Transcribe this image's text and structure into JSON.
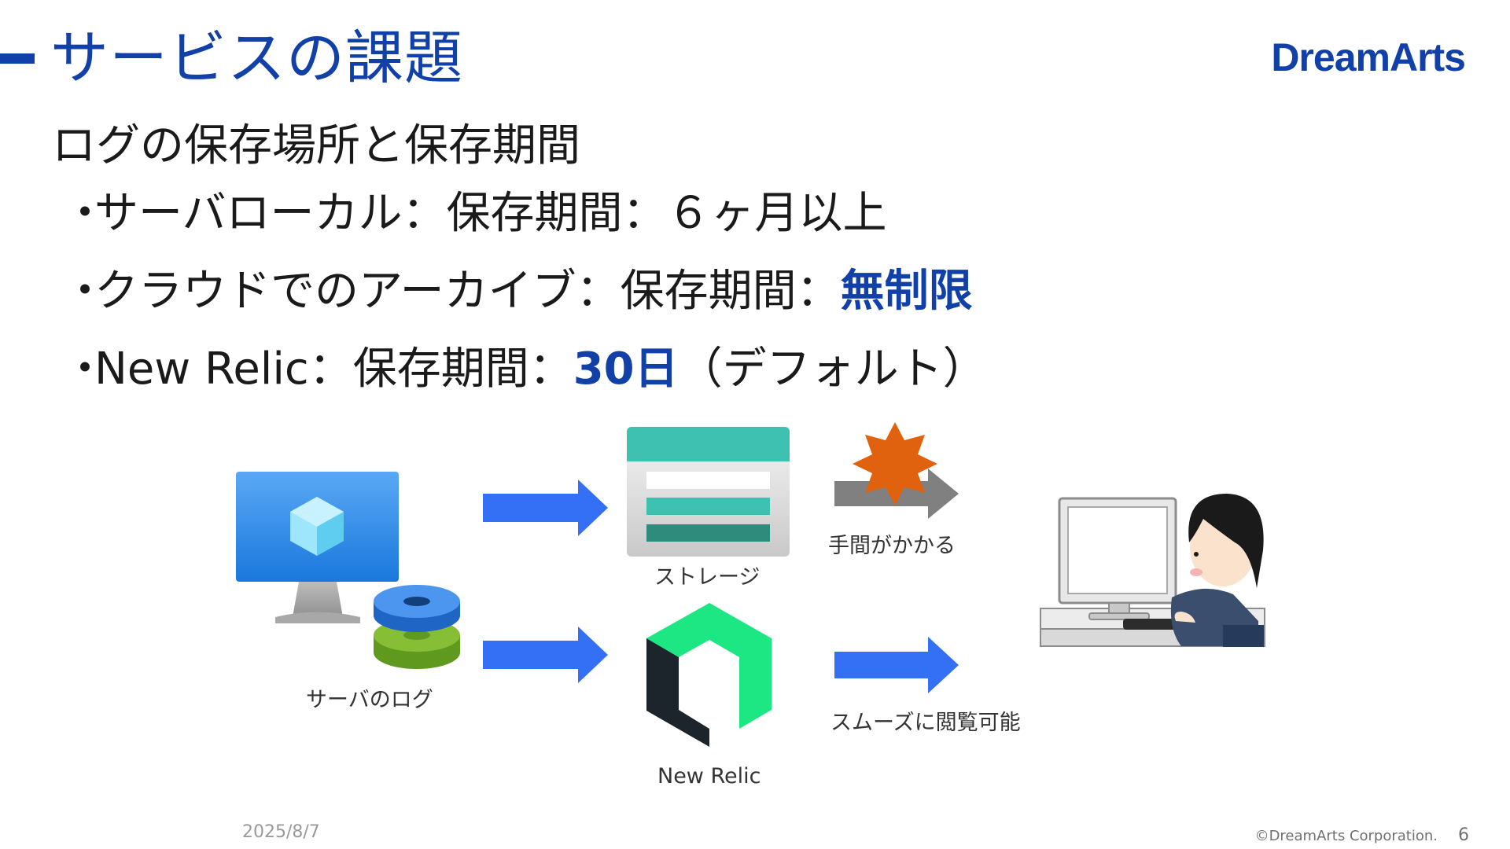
{
  "header": {
    "title": "サービスの課題",
    "logo": "DreamArts"
  },
  "subtitle": "ログの保存場所と保存期間",
  "bullets": [
    {
      "prefix": "サーバローカル：保存期間：６ヶ月以上",
      "highlight": "",
      "suffix": ""
    },
    {
      "prefix": "クラウドでのアーカイブ：保存期間：",
      "highlight": "無制限",
      "suffix": ""
    },
    {
      "prefix": "New Relic：保存期間：",
      "highlight": "30日",
      "suffix": "（デフォルト）"
    }
  ],
  "bullet_marker": "・",
  "diagram": {
    "server_caption": "サーバのログ",
    "storage_caption": "ストレージ",
    "newrelic_caption": "New Relic",
    "hassle_caption": "手間がかかる",
    "smooth_caption": "スムーズに閲覧可能",
    "colors": {
      "arrow_blue": "#3370f5",
      "arrow_gray": "#808080",
      "burst_orange": "#e0620f",
      "storage_teal": "#3ec1b0",
      "newrelic_green": "#1ce783",
      "monitor_blue": "#1f80e0"
    },
    "icons": [
      "virtual-machine-icon",
      "log-disk-icon",
      "storage-account-icon",
      "new-relic-logo-icon",
      "person-at-computer-icon",
      "burst-icon"
    ]
  },
  "footer": {
    "date": "2025/8/7",
    "copyright": "©DreamArts Corporation.",
    "page": "6"
  }
}
